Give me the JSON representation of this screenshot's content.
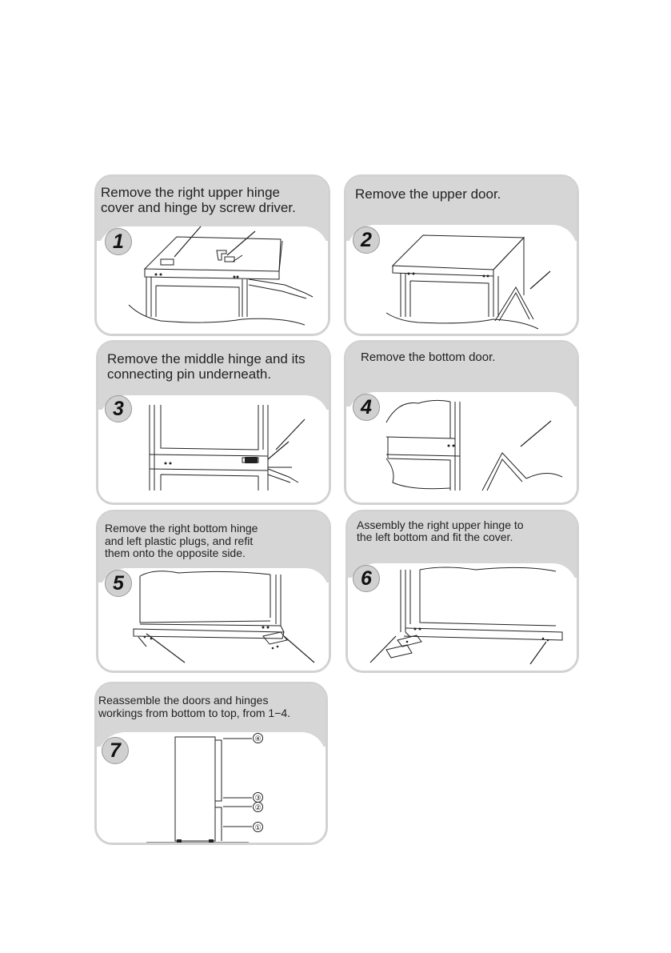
{
  "steps": [
    {
      "number": "1",
      "caption": "Remove the right upper hinge\ncover and hinge by screw driver."
    },
    {
      "number": "2",
      "caption": "Remove the upper door."
    },
    {
      "number": "3",
      "caption": "Remove the middle hinge and its\nconnecting pin underneath."
    },
    {
      "number": "4",
      "caption": "Remove the bottom door."
    },
    {
      "number": "5",
      "caption": "Remove the right bottom hinge\nand left plastic plugs, and refit\nthem onto the opposite side."
    },
    {
      "number": "6",
      "caption": "Assembly the right upper hinge to\nthe left bottom and fit the cover."
    },
    {
      "number": "7",
      "caption": "Reassemble the doors and hinges\nworkings from bottom to top, from 1−4."
    }
  ],
  "step7_markers": [
    "④",
    "③",
    "②",
    "①"
  ]
}
